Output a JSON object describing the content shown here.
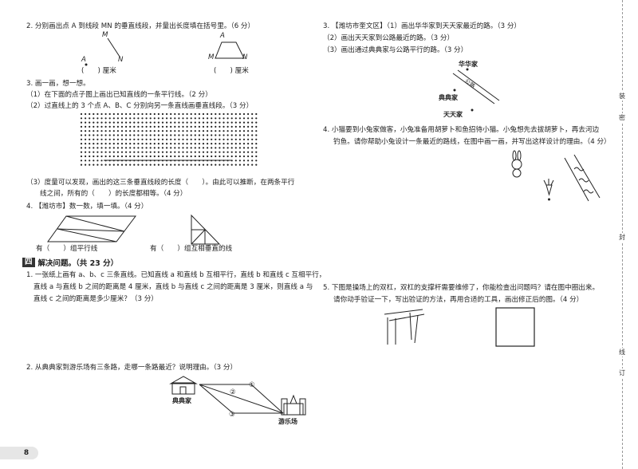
{
  "left": {
    "q2": {
      "text": "2. 分别画出点 A 到线段 MN 的垂直线段，并量出长度填在括号里。（6 分）",
      "fig1": {
        "m": "M",
        "a": "A",
        "n": "N",
        "blank": "(　　) 厘米"
      },
      "fig2": {
        "a": "A",
        "m": "M",
        "n": "N",
        "blank": "(　　) 厘米"
      }
    },
    "q3": {
      "title": "3. 画一画，想一想。",
      "p1": "（1）在下面的点子图上画出已知直线的一条平行线。（2 分）",
      "p2": "（2）过直线上的 3 个点 A、B、C 分别向另一条直线画垂直线段。（3 分）",
      "p3a": "（3）度量可以发现，画出的这三条垂直线段的长度（　　）。由此可以推断，在两条平行",
      "p3b": "线之间，所有的（　　）的长度都相等。（4 分）"
    },
    "q4": {
      "tag": "【潍坊市】",
      "title": "4. 【潍坊市】数一数，填一填。（4 分）",
      "blank1": "有（　　）组平行线",
      "blank2": "有（　　）组互相垂直的线"
    },
    "section": {
      "badge": "四",
      "title": "解决问题。（共 23 分）"
    },
    "s1": {
      "l1": "1. 一张纸上画有 a、b、c 三条直线。已知直线 a 和直线 b 互相平行，直线 b 和直线 c 互相平行，",
      "l2": "直线 a 与直线 b 之间的距离是 4 厘米，直线 b 与直线 c 之间的距离是 3 厘米，则直线 a 与",
      "l3": "直线 c 之间的距离是多少厘米？（3 分）"
    },
    "s2": {
      "text": "2. 从典典家到游乐场有三条路，走哪一条路最近？说明理由。（3 分）",
      "home": "典典家",
      "park": "游乐场",
      "r1": "①",
      "r2": "②",
      "r3": "③"
    },
    "page_number": "8"
  },
  "right": {
    "q3": {
      "l1": "3. 【潍坊市奎文区】（1）画出华华家到天天家最近的路。（3 分）",
      "l2": "（2）画出天天家到公路最近的路。（3 分）",
      "l3": "（3）画出通过典典家与公路平行的路。（3 分）",
      "hua": "华华家",
      "dian": "典典家",
      "tian": "天天家",
      "road": "公路"
    },
    "q4": {
      "l1": "4. 小猫要到小兔家做客，小兔准备用胡萝卜和鱼招待小猫。小兔想先去拔胡萝卜，再去河边",
      "l2": "钓鱼。请你帮助小兔设计一条最近的路线，在图中画一画，并写出这样设计的理由。（4 分）"
    },
    "q5": {
      "l1": "5. 下图是操场上的双杠，双杠的支撑杆需要维修了，你能检查出问题吗？请在图中圈出来。",
      "l2": "请你动手验证一下，写出验证的方法，再用合适的工具，画出修正后的图。（4 分）"
    }
  },
  "sidebar": {
    "c1": "装",
    "c2": "订",
    "c3": "线",
    "c4": "密",
    "c5": "封"
  }
}
